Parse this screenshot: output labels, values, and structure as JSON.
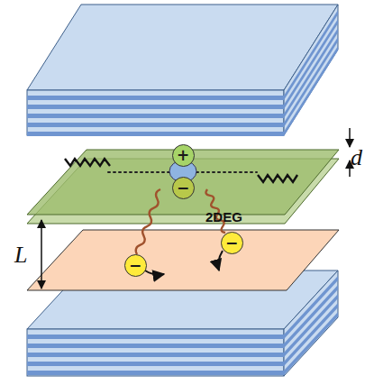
{
  "diagram": {
    "nodes": [
      {
        "text": [
          "+"
        ]
      },
      {
        "text": [
          "−"
        ]
      },
      {
        "text": [
          "−"
        ]
      },
      {
        "text": [
          "−"
        ]
      }
    ],
    "labels": [
      "d",
      "L",
      "2DEG"
    ]
  }
}
